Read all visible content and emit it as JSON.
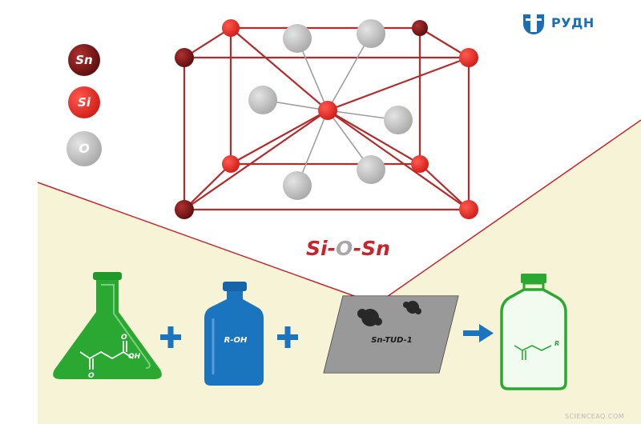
{
  "logo": {
    "text": "РУДН",
    "icon": "rudn-university-icon",
    "color": "#1a6fb3"
  },
  "legend": [
    {
      "label": "Sn",
      "color": "#8e1b1b"
    },
    {
      "label": "Si",
      "color": "#e42b25"
    },
    {
      "label": "O",
      "color": "#bdbdbd"
    }
  ],
  "formula": {
    "part1": "Si",
    "sep1": "-",
    "part2": "O",
    "sep2": "-",
    "part3": "Sn"
  },
  "reaction": {
    "flask_label": "OH",
    "plus_1": "+",
    "bottle_label": "R-OH",
    "plus_2": "+",
    "catalyst_label": "Sn-TUD-1",
    "arrow": "arrow-right-icon",
    "product_label": "R"
  },
  "watermark": "SCIENCEAQ.COM",
  "colors": {
    "background_lower": "#f6f3d6",
    "bond": "#b52a2a",
    "green": "#2aa832",
    "blue": "#1b74be"
  }
}
